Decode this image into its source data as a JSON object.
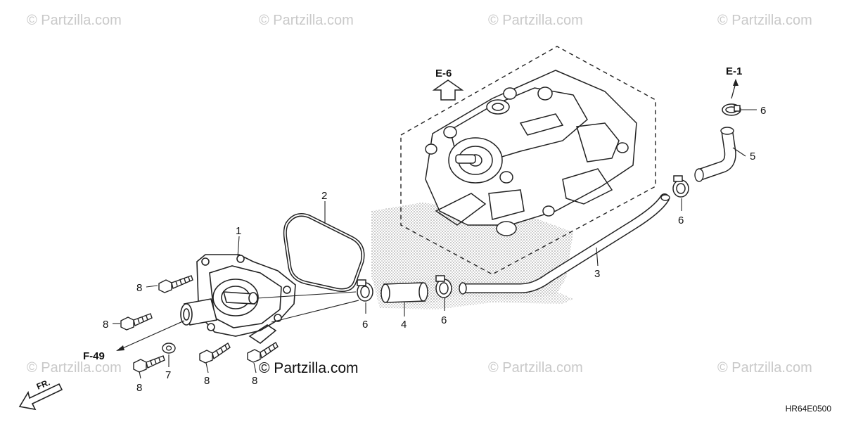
{
  "watermark": "© Partzilla.com",
  "copyright": "© Partzilla.com",
  "part_code": "HR64E0500",
  "refs": {
    "e6": "E-6",
    "e1": "E-1",
    "f49": "F-49",
    "fr": "FR."
  },
  "callouts": {
    "c1": "1",
    "c2": "2",
    "c3": "3",
    "c4": "4",
    "c5": "5",
    "c6a": "6",
    "c6b": "6",
    "c6c": "6",
    "c6d": "6",
    "c7": "7",
    "c8a": "8",
    "c8b": "8",
    "c8c": "8",
    "c8d": "8",
    "c8e": "8"
  }
}
